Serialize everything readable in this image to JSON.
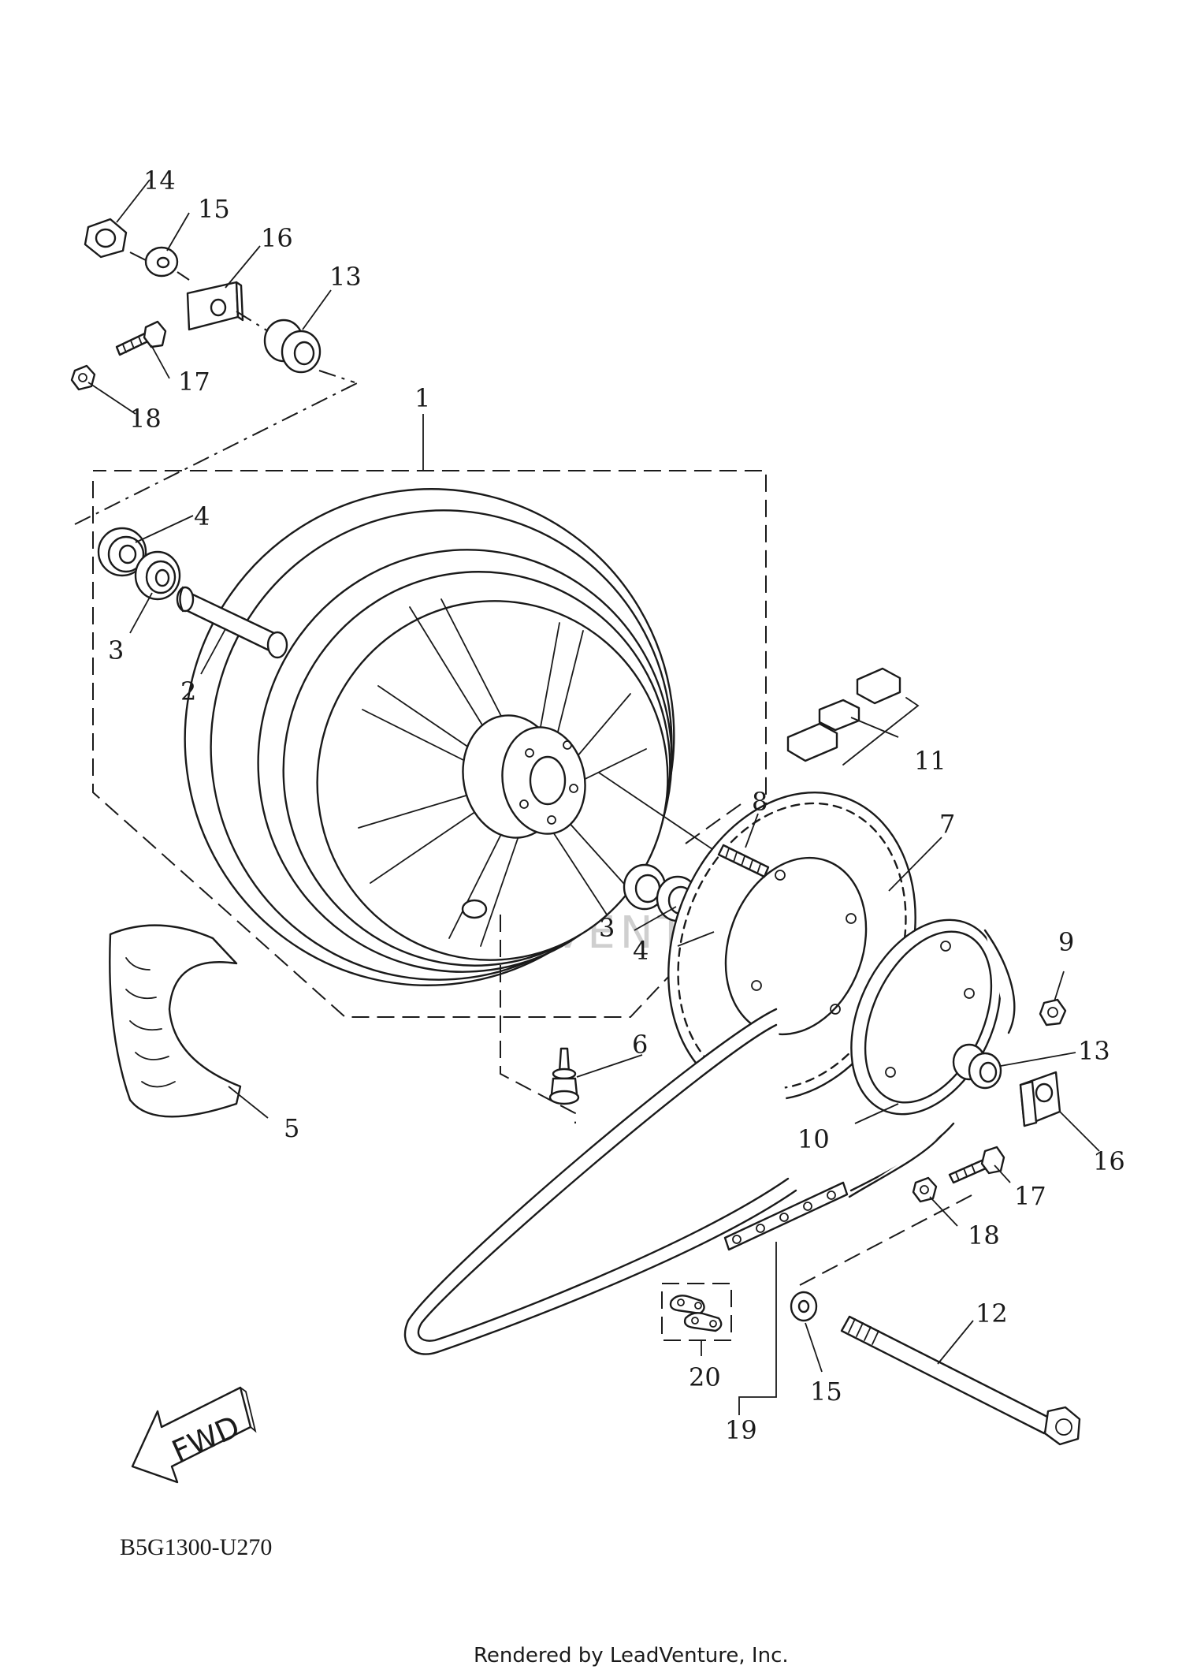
{
  "diagram": {
    "code": "B5G1300-U270",
    "footer": "Rendered by LeadVenture, Inc.",
    "watermark": "LEADVENTURE",
    "fwd_label": "FWD",
    "callouts": [
      {
        "id": "c1",
        "label": "1"
      },
      {
        "id": "c2",
        "label": "2"
      },
      {
        "id": "c3a",
        "label": "3"
      },
      {
        "id": "c3b",
        "label": "3"
      },
      {
        "id": "c4a",
        "label": "4"
      },
      {
        "id": "c4b",
        "label": "4"
      },
      {
        "id": "c5",
        "label": "5"
      },
      {
        "id": "c6",
        "label": "6"
      },
      {
        "id": "c7",
        "label": "7"
      },
      {
        "id": "c8",
        "label": "8"
      },
      {
        "id": "c9",
        "label": "9"
      },
      {
        "id": "c10",
        "label": "10"
      },
      {
        "id": "c11",
        "label": "11"
      },
      {
        "id": "c12",
        "label": "12"
      },
      {
        "id": "c13a",
        "label": "13"
      },
      {
        "id": "c13b",
        "label": "13"
      },
      {
        "id": "c14",
        "label": "14"
      },
      {
        "id": "c15a",
        "label": "15"
      },
      {
        "id": "c15b",
        "label": "15"
      },
      {
        "id": "c16a",
        "label": "16"
      },
      {
        "id": "c16b",
        "label": "16"
      },
      {
        "id": "c17a",
        "label": "17"
      },
      {
        "id": "c17b",
        "label": "17"
      },
      {
        "id": "c18a",
        "label": "18"
      },
      {
        "id": "c18b",
        "label": "18"
      },
      {
        "id": "c19",
        "label": "19"
      },
      {
        "id": "c20",
        "label": "20"
      }
    ]
  }
}
